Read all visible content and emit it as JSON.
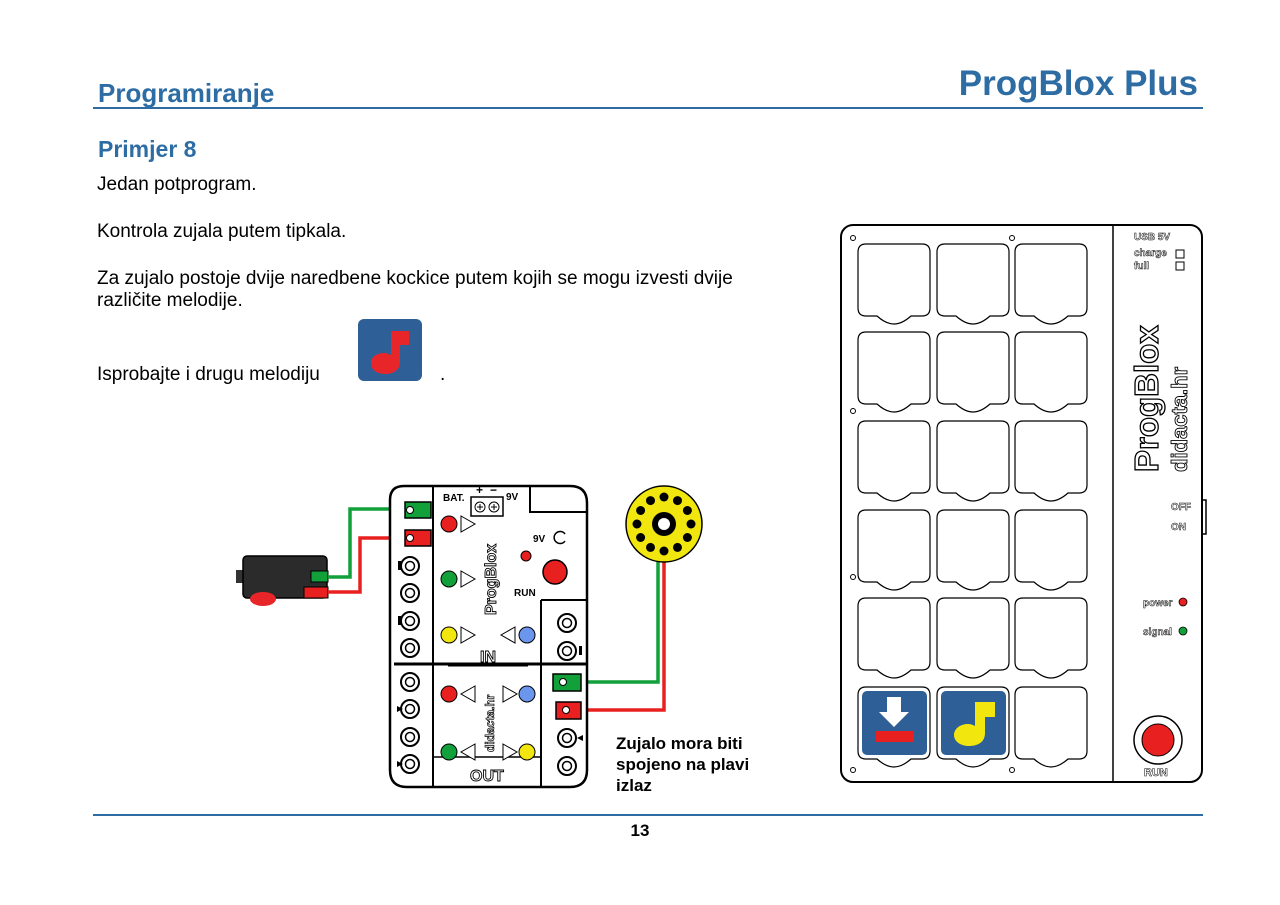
{
  "header": {
    "section_title": "Programiranje",
    "brand_title": "ProgBlox Plus"
  },
  "content": {
    "example_title": "Primjer 8",
    "line1": "Jedan potprogram.",
    "line2": "Kontrola zujala putem tipkala.",
    "line3a": "Za zujalo postoje dvije naredbene kockice putem kojih se mogu izvesti dvije",
    "line3b": "različite melodije.",
    "line4": "Isprobajte i drugu melodiju",
    "line4_end": "."
  },
  "wiring_note": {
    "line1": "Zujalo mora biti",
    "line2": "spojeno na plavi",
    "line3": "izlaz"
  },
  "controller": {
    "bat_label": "BAT.",
    "plus": "+",
    "minus": "−",
    "nine_v": "9V",
    "nine_v_jack": "9V",
    "run": "RUN",
    "brand": "ProgBlox",
    "in_label": "IN",
    "url": "didacta.hr",
    "out_label": "OUT"
  },
  "board": {
    "usb_label": "USB 5V",
    "charge_label": "charge",
    "full_label": "full",
    "brand": "ProgBlox",
    "url": "didacta.hr",
    "off_label": "OFF",
    "on_label": "ON",
    "power_label": "power",
    "signal_label": "signal",
    "run_label": "RUN"
  },
  "colors": {
    "accent_blue": "#2e6da4",
    "tile_blue": "#2e5f96",
    "melody_red": "#e8262a",
    "melody_yellow": "#f2e60f",
    "wire_green": "#11a03a",
    "wire_red": "#e82020"
  },
  "icons": {
    "melody_tile_inline": "red-music-note-icon",
    "board_tile_1": "download-arrow-icon",
    "board_tile_2": "yellow-music-note-icon"
  },
  "footer": {
    "page_number": "13"
  }
}
